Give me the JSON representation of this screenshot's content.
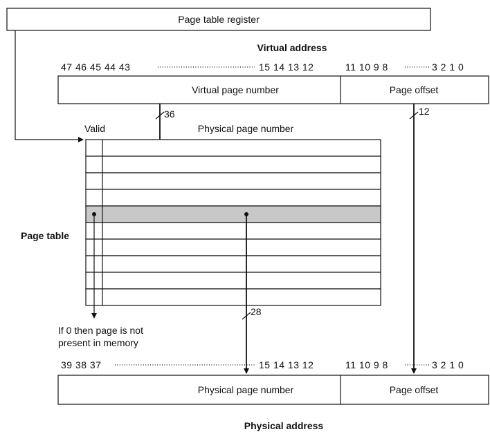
{
  "page_table_register": {
    "label": "Page table register"
  },
  "virtual_address": {
    "title": "Virtual address",
    "bits_left": "47 46 45 44 43",
    "bits_mid": "15 14 13 12",
    "bits_right_a": "11 10 9 8",
    "bits_right_b": "3 2 1 0",
    "vpn_label": "Virtual page number",
    "offset_label": "Page offset",
    "vpn_width": "36",
    "offset_width": "12"
  },
  "page_table": {
    "title": "Page table",
    "valid_header": "Valid",
    "ppn_header": "Physical page number",
    "row_count": 10,
    "selected_row": 4,
    "ppn_width": "28",
    "note_line1": "If 0 then page is not",
    "note_line2": "present in memory",
    "selected_row_color": "#c8c8c8"
  },
  "physical_address": {
    "title": "Physical address",
    "bits_left": "39 38 37",
    "bits_mid": "15 14 13 12",
    "bits_right_a": "11 10 9 8",
    "bits_right_b": "3 2 1 0",
    "ppn_label": "Physical page number",
    "offset_label": "Page offset"
  }
}
